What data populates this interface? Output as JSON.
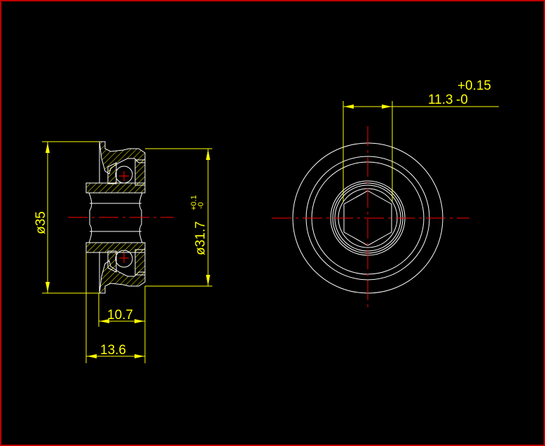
{
  "drawing": {
    "title": "Flanged bearing pulley - side section and front view",
    "dimensions": {
      "outer_diameter": "ø35",
      "bearing_diameter": "ø31.7",
      "bearing_tol_upper": "+0.1",
      "bearing_tol_lower": "-0",
      "width_inner": "10.7",
      "width_total": "13.6",
      "hex_width": "11.3",
      "hex_tol_upper": "+0.15",
      "hex_tol_lower": "-0"
    },
    "colors": {
      "background": "#000000",
      "geometry": "#ffffff",
      "dimension": "#ffff00",
      "centerline": "#ff0000",
      "frame": "#c00000"
    }
  }
}
